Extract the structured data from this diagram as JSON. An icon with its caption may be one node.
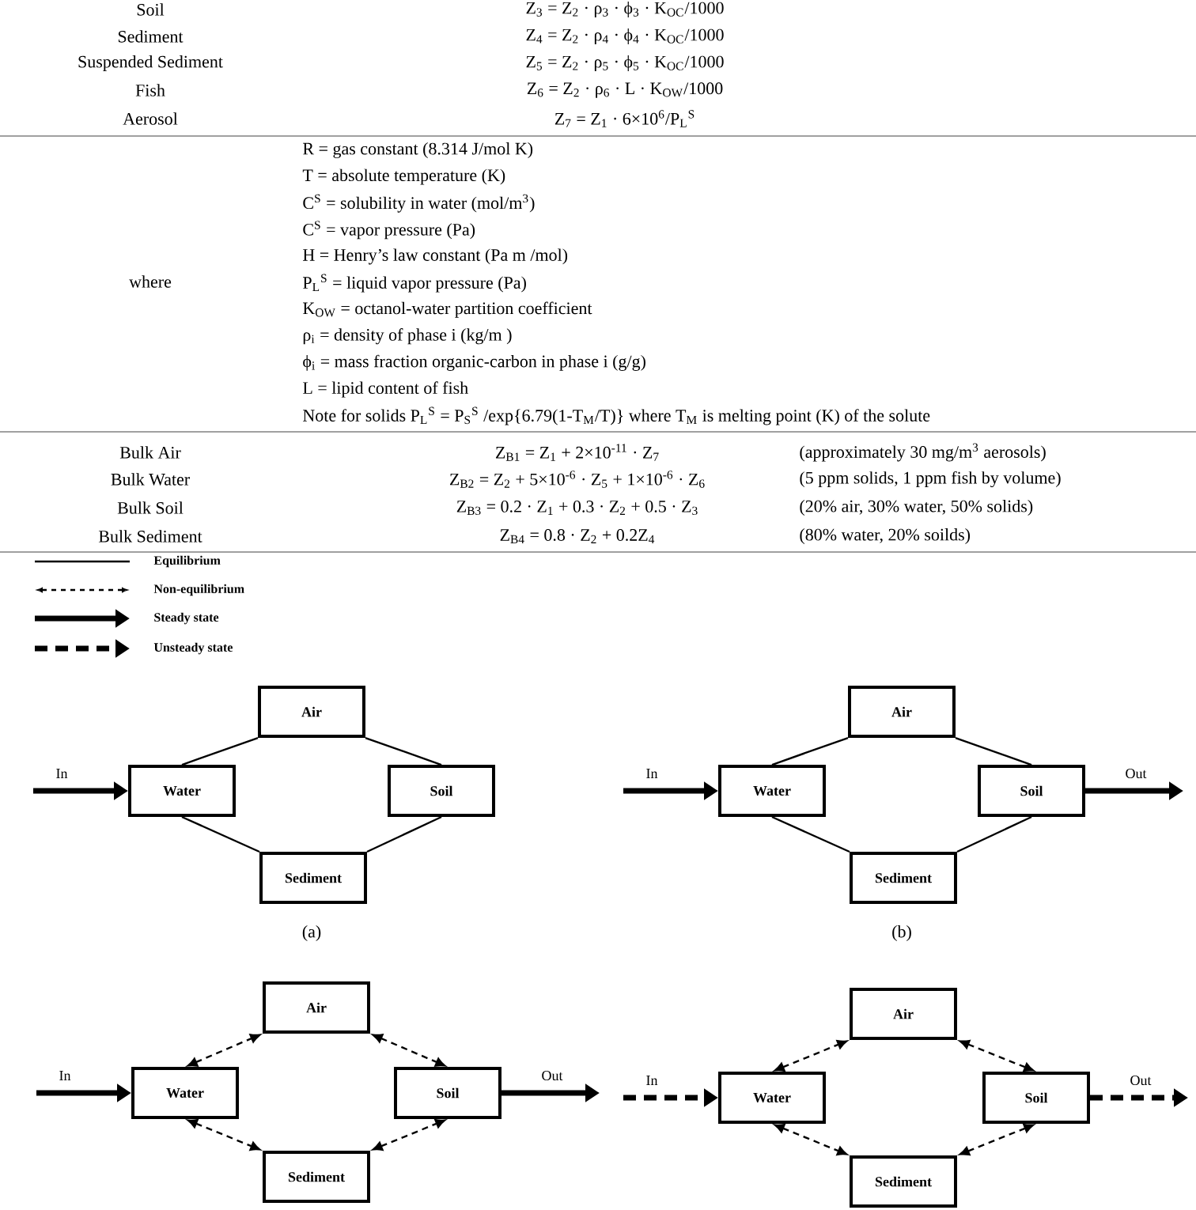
{
  "diagram": {
    "nodes": [
      {
        "text": [
          "Air"
        ]
      },
      {
        "text": [
          "Water"
        ]
      },
      {
        "text": [
          "Soil"
        ]
      },
      {
        "text": [
          "Sediment"
        ]
      },
      {
        "text": [
          "Air"
        ]
      },
      {
        "text": [
          "Water"
        ]
      },
      {
        "text": [
          "Soil"
        ]
      },
      {
        "text": [
          "Sediment"
        ]
      },
      {
        "text": [
          "Air"
        ]
      },
      {
        "text": [
          "Water"
        ]
      },
      {
        "text": [
          "Soil"
        ]
      },
      {
        "text": [
          "Sediment"
        ]
      },
      {
        "text": [
          "Air"
        ]
      },
      {
        "text": [
          "Water"
        ]
      },
      {
        "text": [
          "Soil"
        ]
      },
      {
        "text": [
          "Sediment"
        ]
      }
    ],
    "edges": [
      {
        "from": 1,
        "to": 0,
        "arrow": "none"
      },
      {
        "from": 0,
        "to": 2,
        "arrow": "none"
      },
      {
        "from": 1,
        "to": 3,
        "arrow": "none"
      },
      {
        "from": 3,
        "to": 2,
        "arrow": "none"
      },
      {
        "from": null,
        "to": 1,
        "arrow": "to",
        "label": "In",
        "style": "thick"
      },
      {
        "from": 5,
        "to": 4,
        "arrow": "none"
      },
      {
        "from": 4,
        "to": 6,
        "arrow": "none"
      },
      {
        "from": 5,
        "to": 7,
        "arrow": "none"
      },
      {
        "from": 7,
        "to": 6,
        "arrow": "none"
      },
      {
        "from": null,
        "to": 5,
        "arrow": "to",
        "label": "In",
        "style": "thick"
      },
      {
        "from": 6,
        "to": null,
        "arrow": "to",
        "label": "Out",
        "style": "thick"
      },
      {
        "from": 9,
        "to": 8,
        "arrow": "both",
        "style": "dashed"
      },
      {
        "from": 8,
        "to": 10,
        "arrow": "both",
        "style": "dashed"
      },
      {
        "from": 9,
        "to": 11,
        "arrow": "both",
        "style": "dashed"
      },
      {
        "from": 11,
        "to": 10,
        "arrow": "both",
        "style": "dashed"
      },
      {
        "from": null,
        "to": 9,
        "arrow": "to",
        "label": "In",
        "style": "thick"
      },
      {
        "from": 10,
        "to": null,
        "arrow": "to",
        "label": "Out",
        "style": "thick"
      },
      {
        "from": 13,
        "to": 12,
        "arrow": "both",
        "style": "dashed"
      },
      {
        "from": 12,
        "to": 14,
        "arrow": "both",
        "style": "dashed"
      },
      {
        "from": 13,
        "to": 15,
        "arrow": "both",
        "style": "dashed"
      },
      {
        "from": 15,
        "to": 14,
        "arrow": "both",
        "style": "dashed"
      },
      {
        "from": null,
        "to": 13,
        "arrow": "to",
        "label": "In",
        "style": "dashed"
      },
      {
        "from": 14,
        "to": null,
        "arrow": "to",
        "label": "Out",
        "style": "dashed"
      }
    ],
    "labels": [
      "Soil",
      "Z$_{3}$ = Z$_{2}$ · ρ$_{3}$ · ϕ$_{3}$ · K$_{OC}$/1000",
      "Sediment",
      "Z$_{4}$ = Z$_{2}$ · ρ$_{4}$ · ϕ$_{4}$ · K$_{OC}$/1000",
      "Suspended Sediment",
      "Z$_{5}$ = Z$_{2}$ · ρ$_{5}$ · ϕ$_{5}$ · K$_{OC}$/1000",
      "Fish",
      "Z$_{6}$ = Z$_{2}$ · ρ$_{6}$ · L · K$_{OW}$/1000",
      "Aerosol",
      "Z$_{7}$ = Z$_{1}$ · 6×10$^{6}$/P$_{L}$$^{S}$",
      "where",
      "R = gas constant (8.314 J/mol K)",
      "T = absolute temperature (K)",
      "C$^{S}$ = solubility in water (mol/m$^{3}$)",
      "C$^{S}$ = vapor pressure (Pa)",
      "H = Henry’s law constant (Pa m /mol)",
      "P$_{L}$$^{S}$ = liquid vapor pressure (Pa)",
      "K$_{OW}$ = octanol-water partition coefficient",
      "ρ$_{i}$ = density of phase i (kg/m )",
      "ϕ$_{i}$ = mass fraction organic-carbon in phase i (g/g)",
      "L = lipid content of fish",
      "Note for solids P$_{L}$$^{S}$ = P$_{S}$$^{S}$ /exp{6.79(1-T$_{M}$/T)} where T$_{M}$ is melting point (K) of the solute",
      "Bulk Air",
      "Z$_{B1}$ = Z$_{1}$ + 2×10$^{-11}$ · Z$_{7}$",
      "(approximately 30 mg/m$^{3}$ aerosols)",
      "Bulk Water",
      "Z$_{B2}$ = Z$_{2}$ + 5×10$^{-6}$ · Z$_{5}$ + 1×10$^{-6}$ · Z$_{6}$",
      "(5 ppm solids, 1 ppm fish by volume)",
      "Bulk Soil",
      "Z$_{B3}$ = 0.2 · Z$_{1}$ + 0.3 · Z$_{2}$ + 0.5 · Z$_{3}$",
      "(20% air, 30% water, 50% solids)",
      "Bulk Sediment",
      "Z$_{B4}$ = 0.8 · Z$_{2}$ + 0.2Z$_{4}$",
      "(80% water, 20% soilds)",
      "(a)",
      "(b)"
    ],
    "legend": [
      {
        "text": "Equilibrium"
      },
      {
        "text": "Non-equilibrium"
      },
      {
        "text": "Steady state"
      },
      {
        "text": "Unsteady state"
      }
    ]
  }
}
